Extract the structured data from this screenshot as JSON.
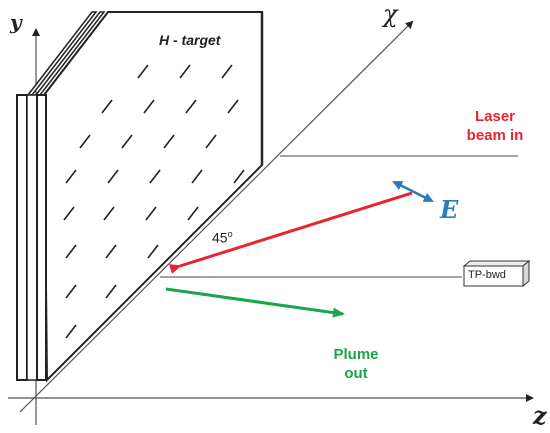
{
  "axes": {
    "y": "y",
    "chi": "χ",
    "z": "z"
  },
  "target": {
    "label": "H - target"
  },
  "laser": {
    "line1": "Laser",
    "line2": "beam in",
    "color": "#e8242e"
  },
  "field": {
    "label": "E",
    "color": "#2a7bc0"
  },
  "angle": {
    "value": "45",
    "unit": "o"
  },
  "detector": {
    "label": "TP-bwd"
  },
  "plume": {
    "line1": "Plume",
    "line2": "out",
    "color": "#1aa64a"
  }
}
